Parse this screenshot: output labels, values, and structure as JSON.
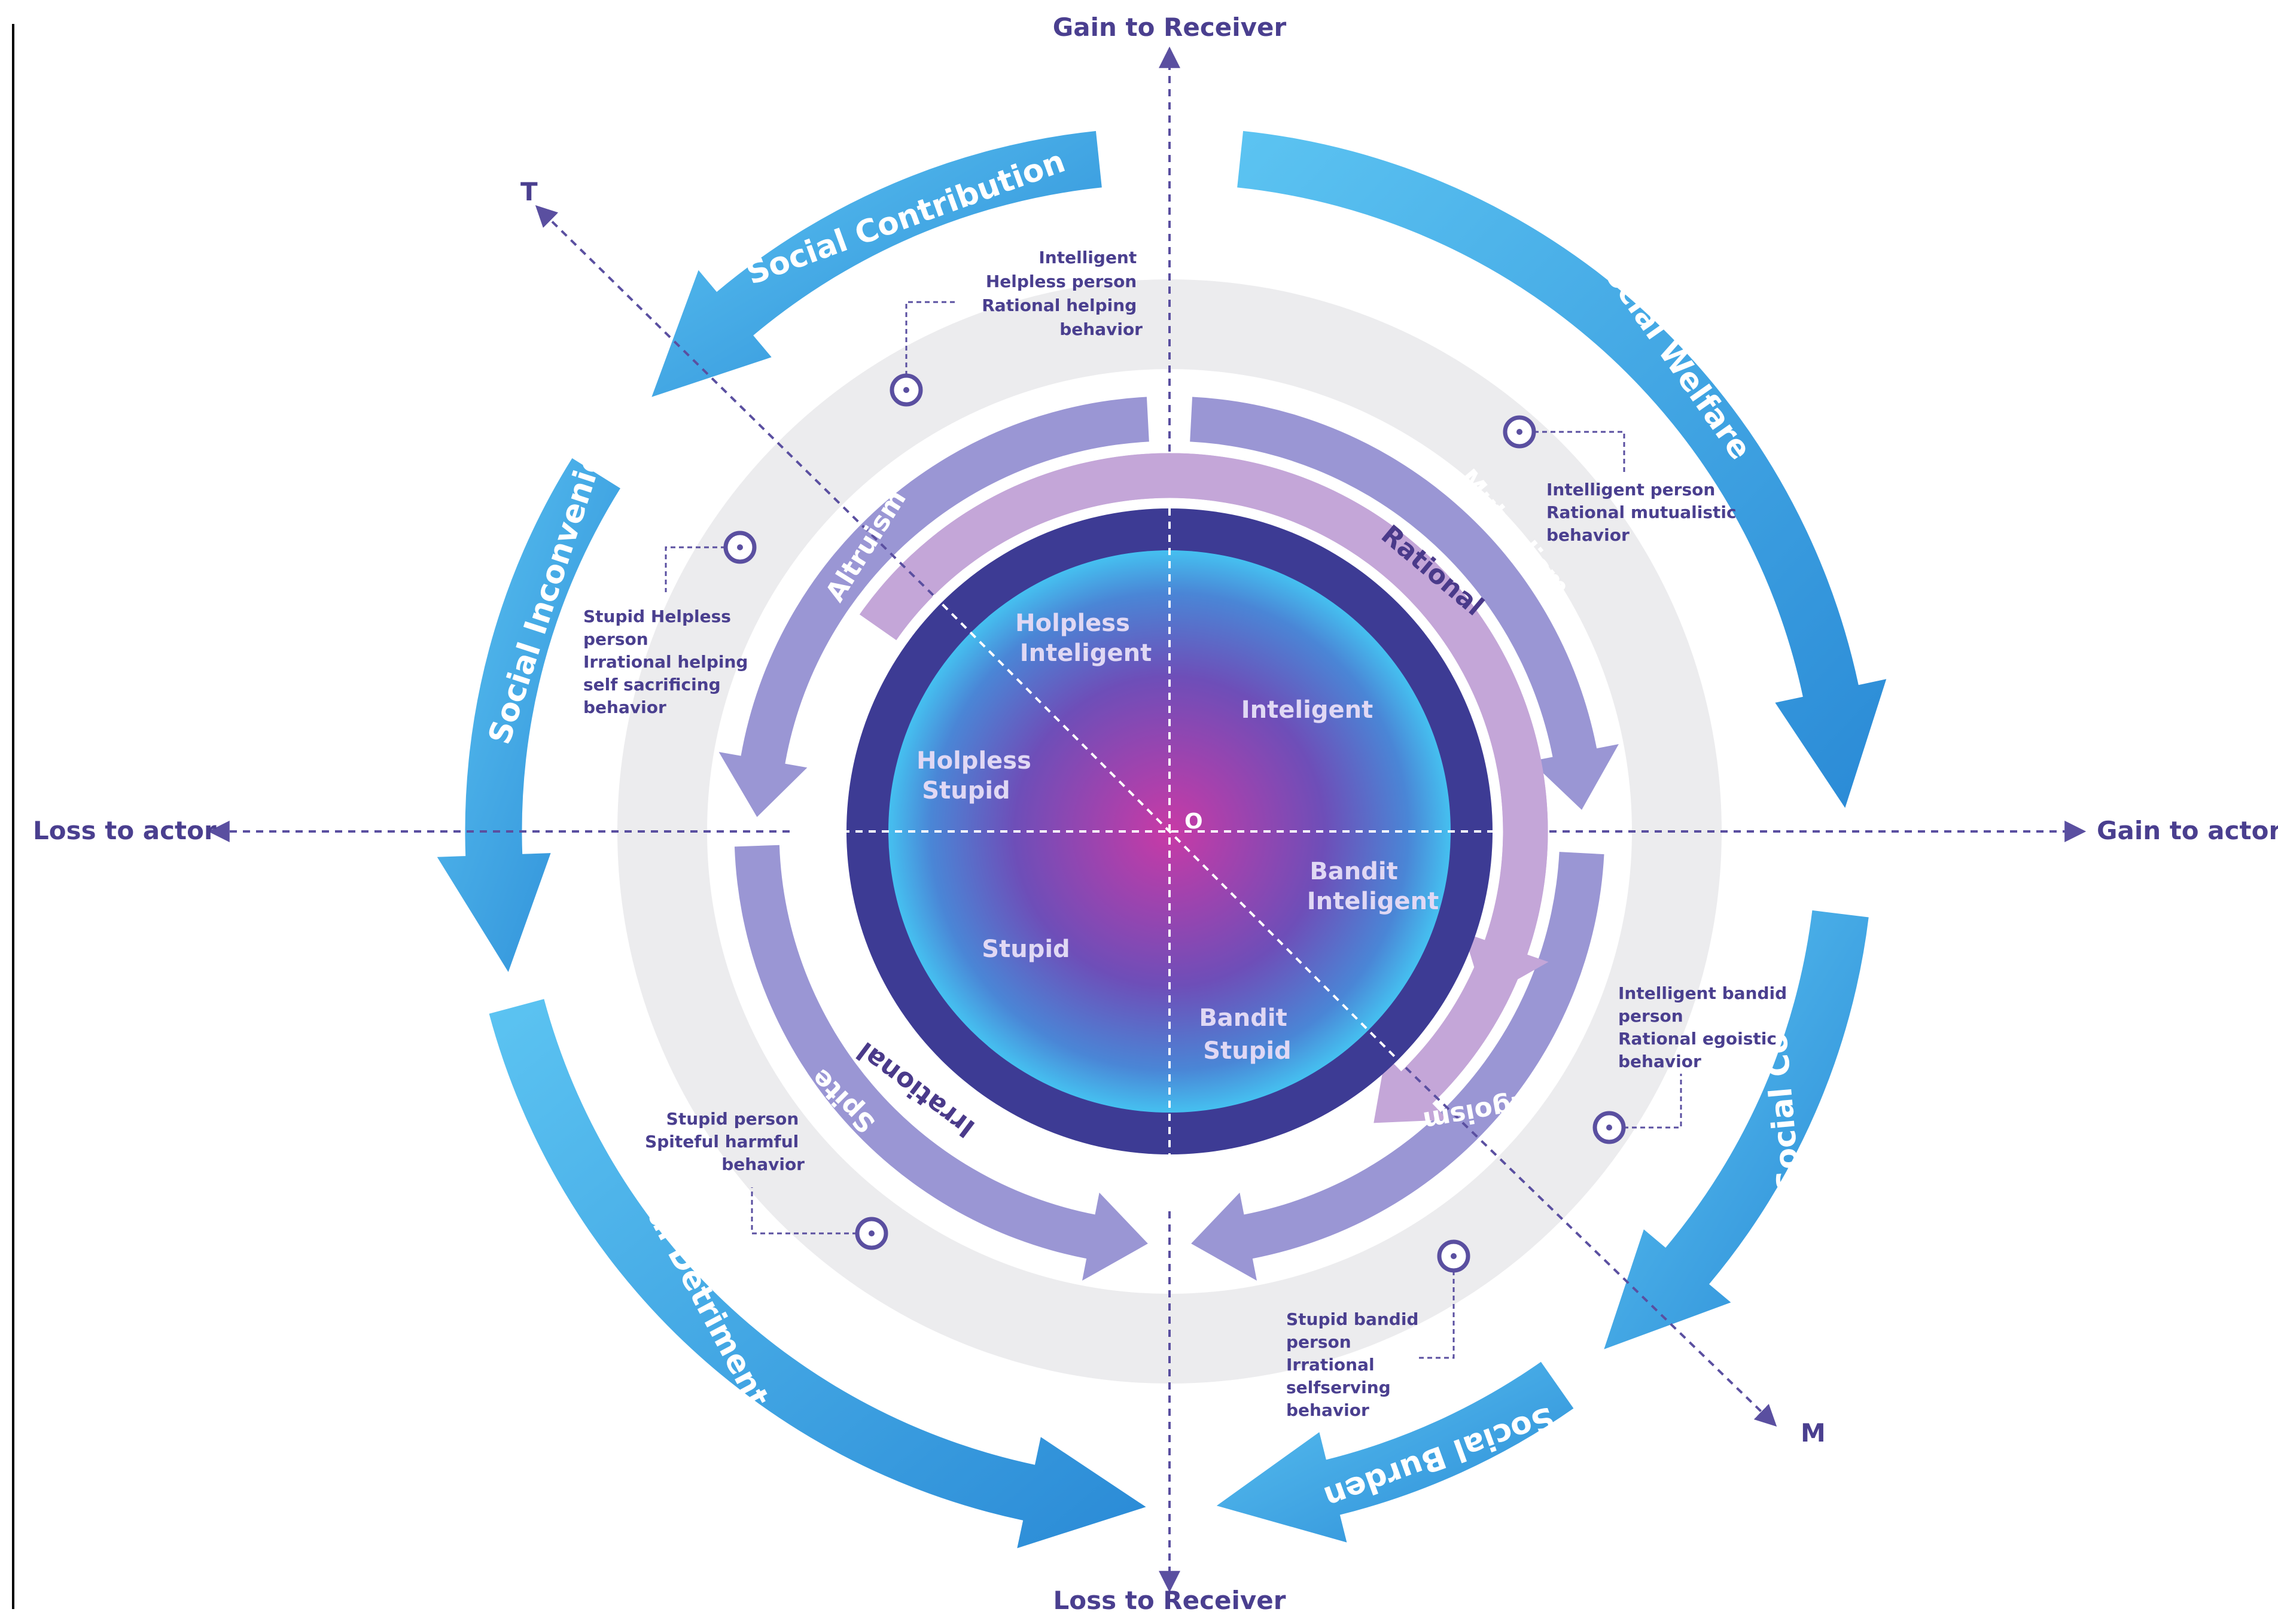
{
  "axes": {
    "top": "Gain to Receiver",
    "bottom": "Loss to Receiver",
    "left": "Loss to actor",
    "right": "Gain to actor",
    "diag_start": "T",
    "diag_end": "M",
    "origin": "O"
  },
  "quadrants": {
    "helpless_intelligent": [
      "Holpless",
      "Inteligent"
    ],
    "intelligent": "Inteligent",
    "helpless_stupid": [
      "Holpless",
      "Stupid"
    ],
    "bandit_intelligent": [
      "Bandit",
      "Inteligent"
    ],
    "stupid": "Stupid",
    "bandit_stupid": [
      "Bandit",
      "Stupid"
    ]
  },
  "outer_ring": {
    "social_contribution": "Social Contribution",
    "social_welfare": "Social Welfare",
    "social_inconvenience": "Social Inconvenience",
    "social_cost": "Social Cost",
    "social_detriment": "Social Detriment",
    "social_burden": "Social Burden"
  },
  "middle_ring": {
    "altruism": "Altruism",
    "mutualism": "Mutualism",
    "spite": "Spite",
    "egoism": "Egoism"
  },
  "inner_ring": {
    "rational": "Rational",
    "irrational": "Irrational"
  },
  "callouts": {
    "c1": [
      "Intelligent",
      "Helpless person",
      "Rational helping",
      "behavior"
    ],
    "c2": [
      "Intelligent person",
      "Rational mutualistic",
      "behavior"
    ],
    "c3": [
      "Stupid Helpless",
      "person",
      "Irrational helping",
      "self sacrificing",
      "behavior"
    ],
    "c4": [
      "Intelligent bandid",
      "person",
      "Rational egoistic",
      "behavior"
    ],
    "c5": [
      "Stupid person",
      "Spiteful harmful",
      "behavior"
    ],
    "c6": [
      "Stupid bandid",
      "person",
      "Irrational",
      "selfserving",
      "behavior"
    ]
  },
  "colors": {
    "axis": "#5a4fa0",
    "outer_arrow": "#2f9fe0",
    "middle_arrow": "#9a96d4",
    "inner_arrow": "#c4a6d8",
    "dark_ring": "#3d3b94",
    "glow_center": "#c040a8",
    "glow_edge": "#45b8f0",
    "gray_ring": "#ececee"
  }
}
